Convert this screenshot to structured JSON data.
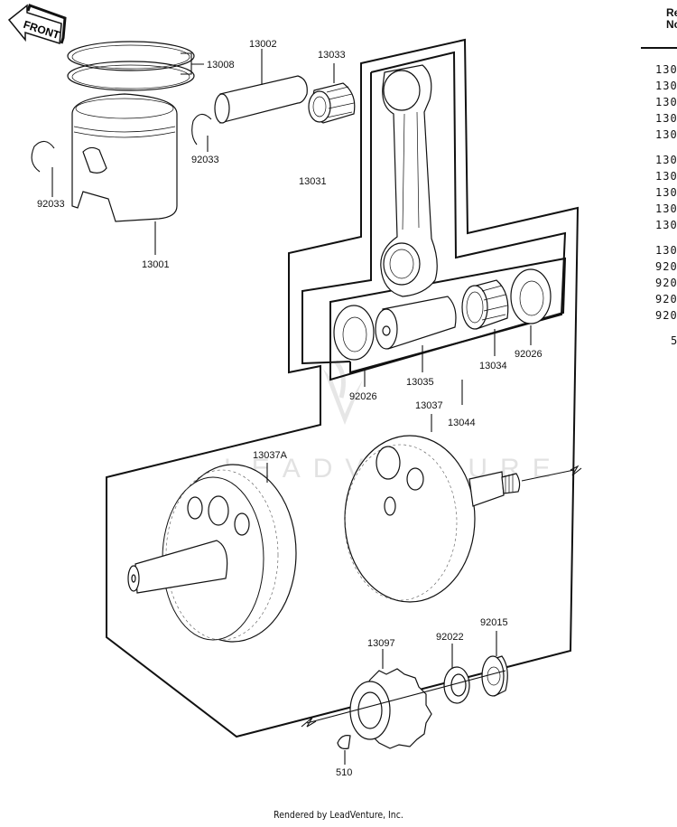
{
  "diagram": {
    "front_label": "FRONT",
    "watermark": "LEADVENTURE",
    "footer": "Rendered by LeadVenture, Inc.",
    "callouts": {
      "piston_rings": "13008",
      "piston_pin": "13002",
      "small_end_bearing": "13033",
      "snap_ring_right": "92033",
      "snap_ring_left": "92033",
      "piston": "13001",
      "connecting_rod": "13031",
      "washer_left": "92026",
      "crank_pin": "13035",
      "big_end_bearing": "13034",
      "washer_right": "92026",
      "crankshaft_right": "13037",
      "crankshaft_assy": "13044",
      "crankshaft_left": "13037A",
      "gear": "13097",
      "lock_washer": "92022",
      "nut": "92015",
      "woodruff_key": "510"
    }
  },
  "ref_table": {
    "header_line1": "Re",
    "header_line2": "No",
    "rows": [
      "130",
      "130",
      "130",
      "130",
      "130",
      "130",
      "130",
      "130",
      "130",
      "130",
      "130",
      "920",
      "920",
      "920",
      "920",
      "5"
    ]
  }
}
